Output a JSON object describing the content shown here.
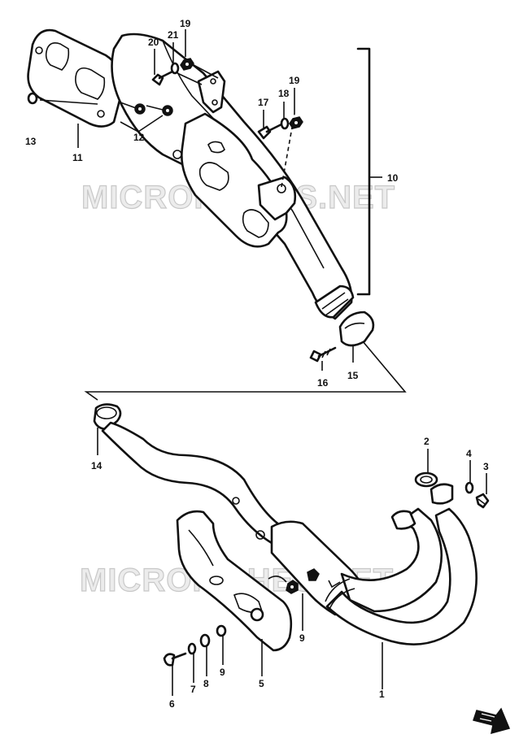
{
  "watermark": "MICROFICHES.NET",
  "callouts": {
    "p1": "1",
    "p2": "2",
    "p3": "3",
    "p4": "4",
    "p5": "5",
    "p6": "6",
    "p7": "7",
    "p8": "8",
    "p9a": "9",
    "p9b": "9",
    "p10": "10",
    "p11": "11",
    "p12": "12",
    "p13": "13",
    "p14": "14",
    "p15": "15",
    "p16": "16",
    "p17": "17",
    "p18": "18",
    "p19a": "19",
    "p19b": "19",
    "p20": "20",
    "p21": "21"
  },
  "icons": {
    "direction_arrow": "front-direction-arrow-icon"
  }
}
